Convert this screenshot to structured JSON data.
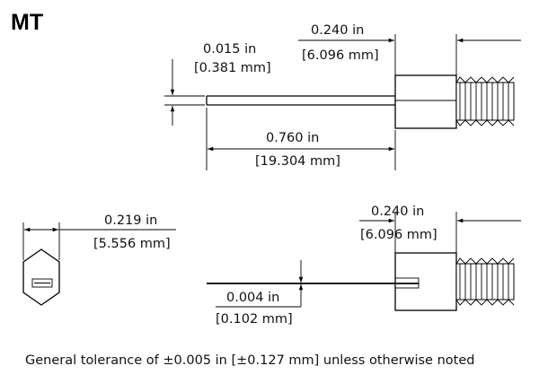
{
  "title": "MT",
  "dimensions": {
    "top_thickness": {
      "in": "0.015 in",
      "mm": "[0.381 mm]"
    },
    "top_body_width": {
      "in": "0.240 in",
      "mm": "[6.096 mm]"
    },
    "top_length": {
      "in": "0.760 in",
      "mm": "[19.304 mm]"
    },
    "end_width": {
      "in": "0.219 in",
      "mm": "[5.556 mm]"
    },
    "bottom_body_width": {
      "in": "0.240 in",
      "mm": "[6.096 mm]"
    },
    "bottom_thickness": {
      "in": "0.004 in",
      "mm": "[0.102 mm]"
    }
  },
  "tolerance_note": "General tolerance of ±0.005 in [±0.127 mm] unless otherwise noted",
  "colors": {
    "line": "#000000",
    "background": "#ffffff"
  }
}
